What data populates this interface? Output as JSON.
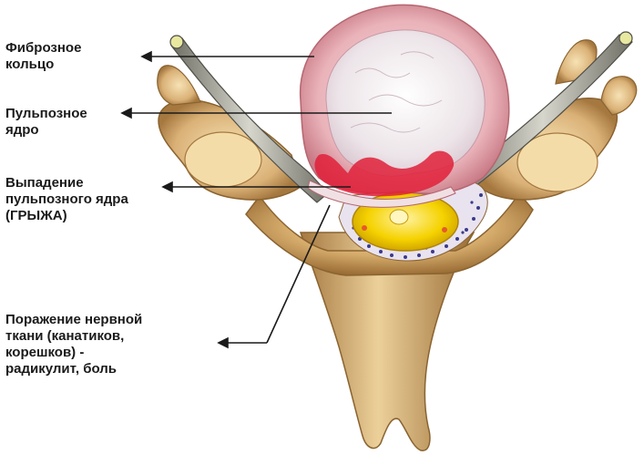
{
  "labels": {
    "annulus": [
      "Фиброзное",
      "кольцо"
    ],
    "nucleus": [
      "Пульпозное",
      "ядро"
    ],
    "herniation": [
      "Выпадение",
      "пульпозного ядра",
      "(ГРЫЖА)"
    ],
    "nerve_damage": [
      "Поражение нервной",
      "ткани (канатиков,",
      "корешков) -",
      "радикулит, боль"
    ]
  },
  "colors": {
    "bone": "#c9a063",
    "bone_light": "#f1d7a3",
    "bone_dark": "#8a6330",
    "disc_ring": "#e8a8b0",
    "nucleus": "#f2eef0",
    "inflamed": "#e0203a",
    "spinal_cord": "#f5d200",
    "nerve_root": "#9a9a8e",
    "fat": "#3a3a8a",
    "leader_line": "#1a1a1a"
  }
}
